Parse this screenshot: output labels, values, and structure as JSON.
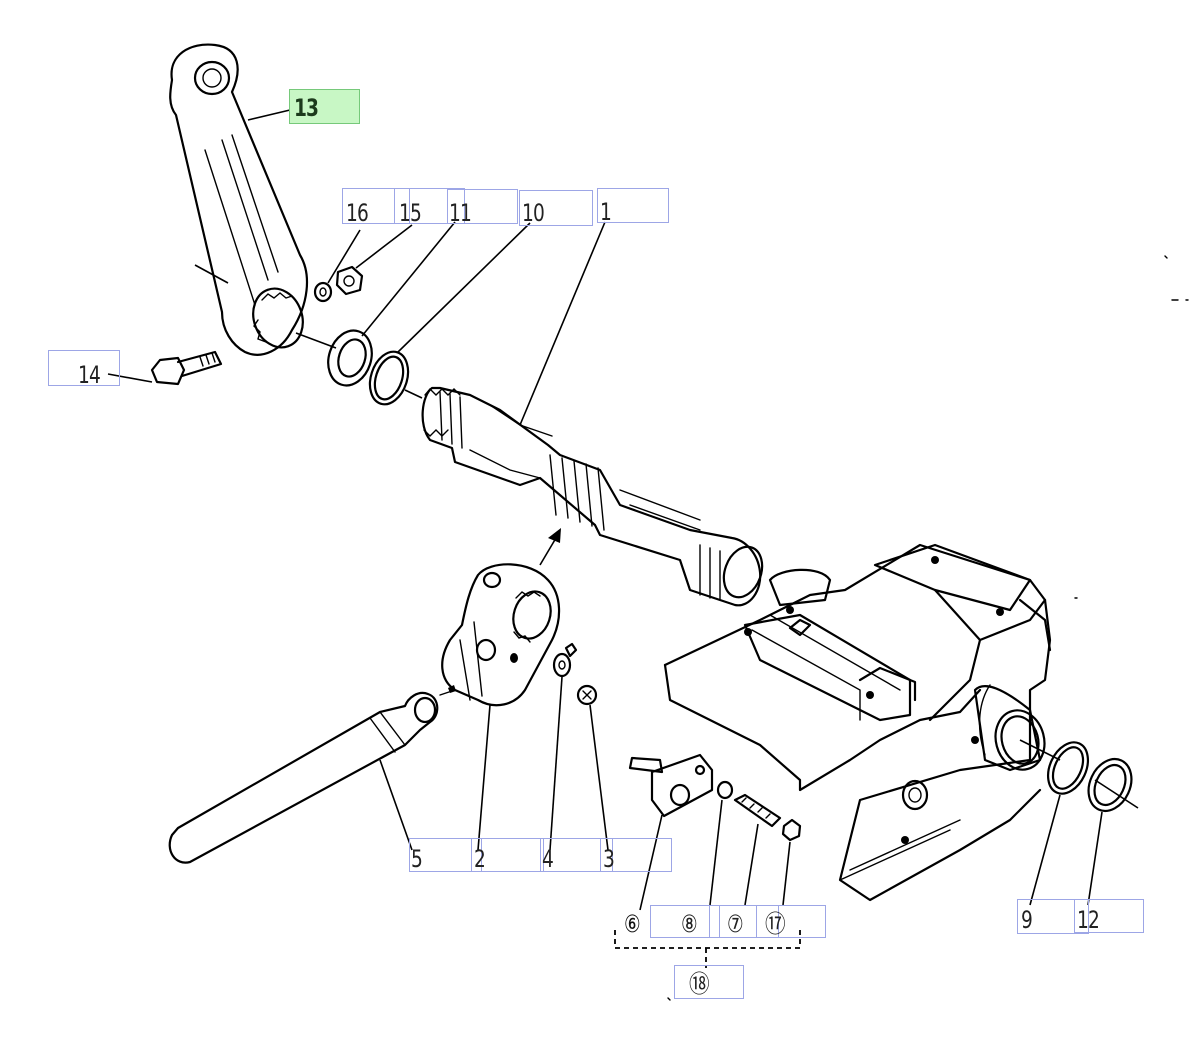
{
  "diagram": {
    "callouts": [
      {
        "id": "13",
        "label": "13",
        "highlighted": true
      },
      {
        "id": "16",
        "label": "16",
        "highlighted": false
      },
      {
        "id": "15",
        "label": "15",
        "highlighted": false
      },
      {
        "id": "11",
        "label": "11",
        "highlighted": false
      },
      {
        "id": "10",
        "label": "10",
        "highlighted": false
      },
      {
        "id": "1",
        "label": "1",
        "highlighted": false
      },
      {
        "id": "14",
        "label": "14",
        "highlighted": false
      },
      {
        "id": "5",
        "label": "5",
        "highlighted": false
      },
      {
        "id": "2",
        "label": "2",
        "highlighted": false
      },
      {
        "id": "4",
        "label": "4",
        "highlighted": false
      },
      {
        "id": "3",
        "label": "3",
        "highlighted": false
      },
      {
        "id": "8",
        "label": "⑧",
        "highlighted": false
      },
      {
        "id": "7",
        "label": "⑦",
        "highlighted": false
      },
      {
        "id": "17",
        "label": "⑰",
        "highlighted": false
      },
      {
        "id": "9",
        "label": "9",
        "highlighted": false
      },
      {
        "id": "12",
        "label": "12",
        "highlighted": false
      },
      {
        "id": "18",
        "label": "⑱",
        "highlighted": false
      }
    ],
    "unboxed_labels": [
      {
        "id": "6",
        "label": "⑥"
      }
    ],
    "colors": {
      "callout_border": "#9da6e6",
      "highlight_fill": "#c8f7c5",
      "highlight_border": "#76c97a"
    }
  }
}
